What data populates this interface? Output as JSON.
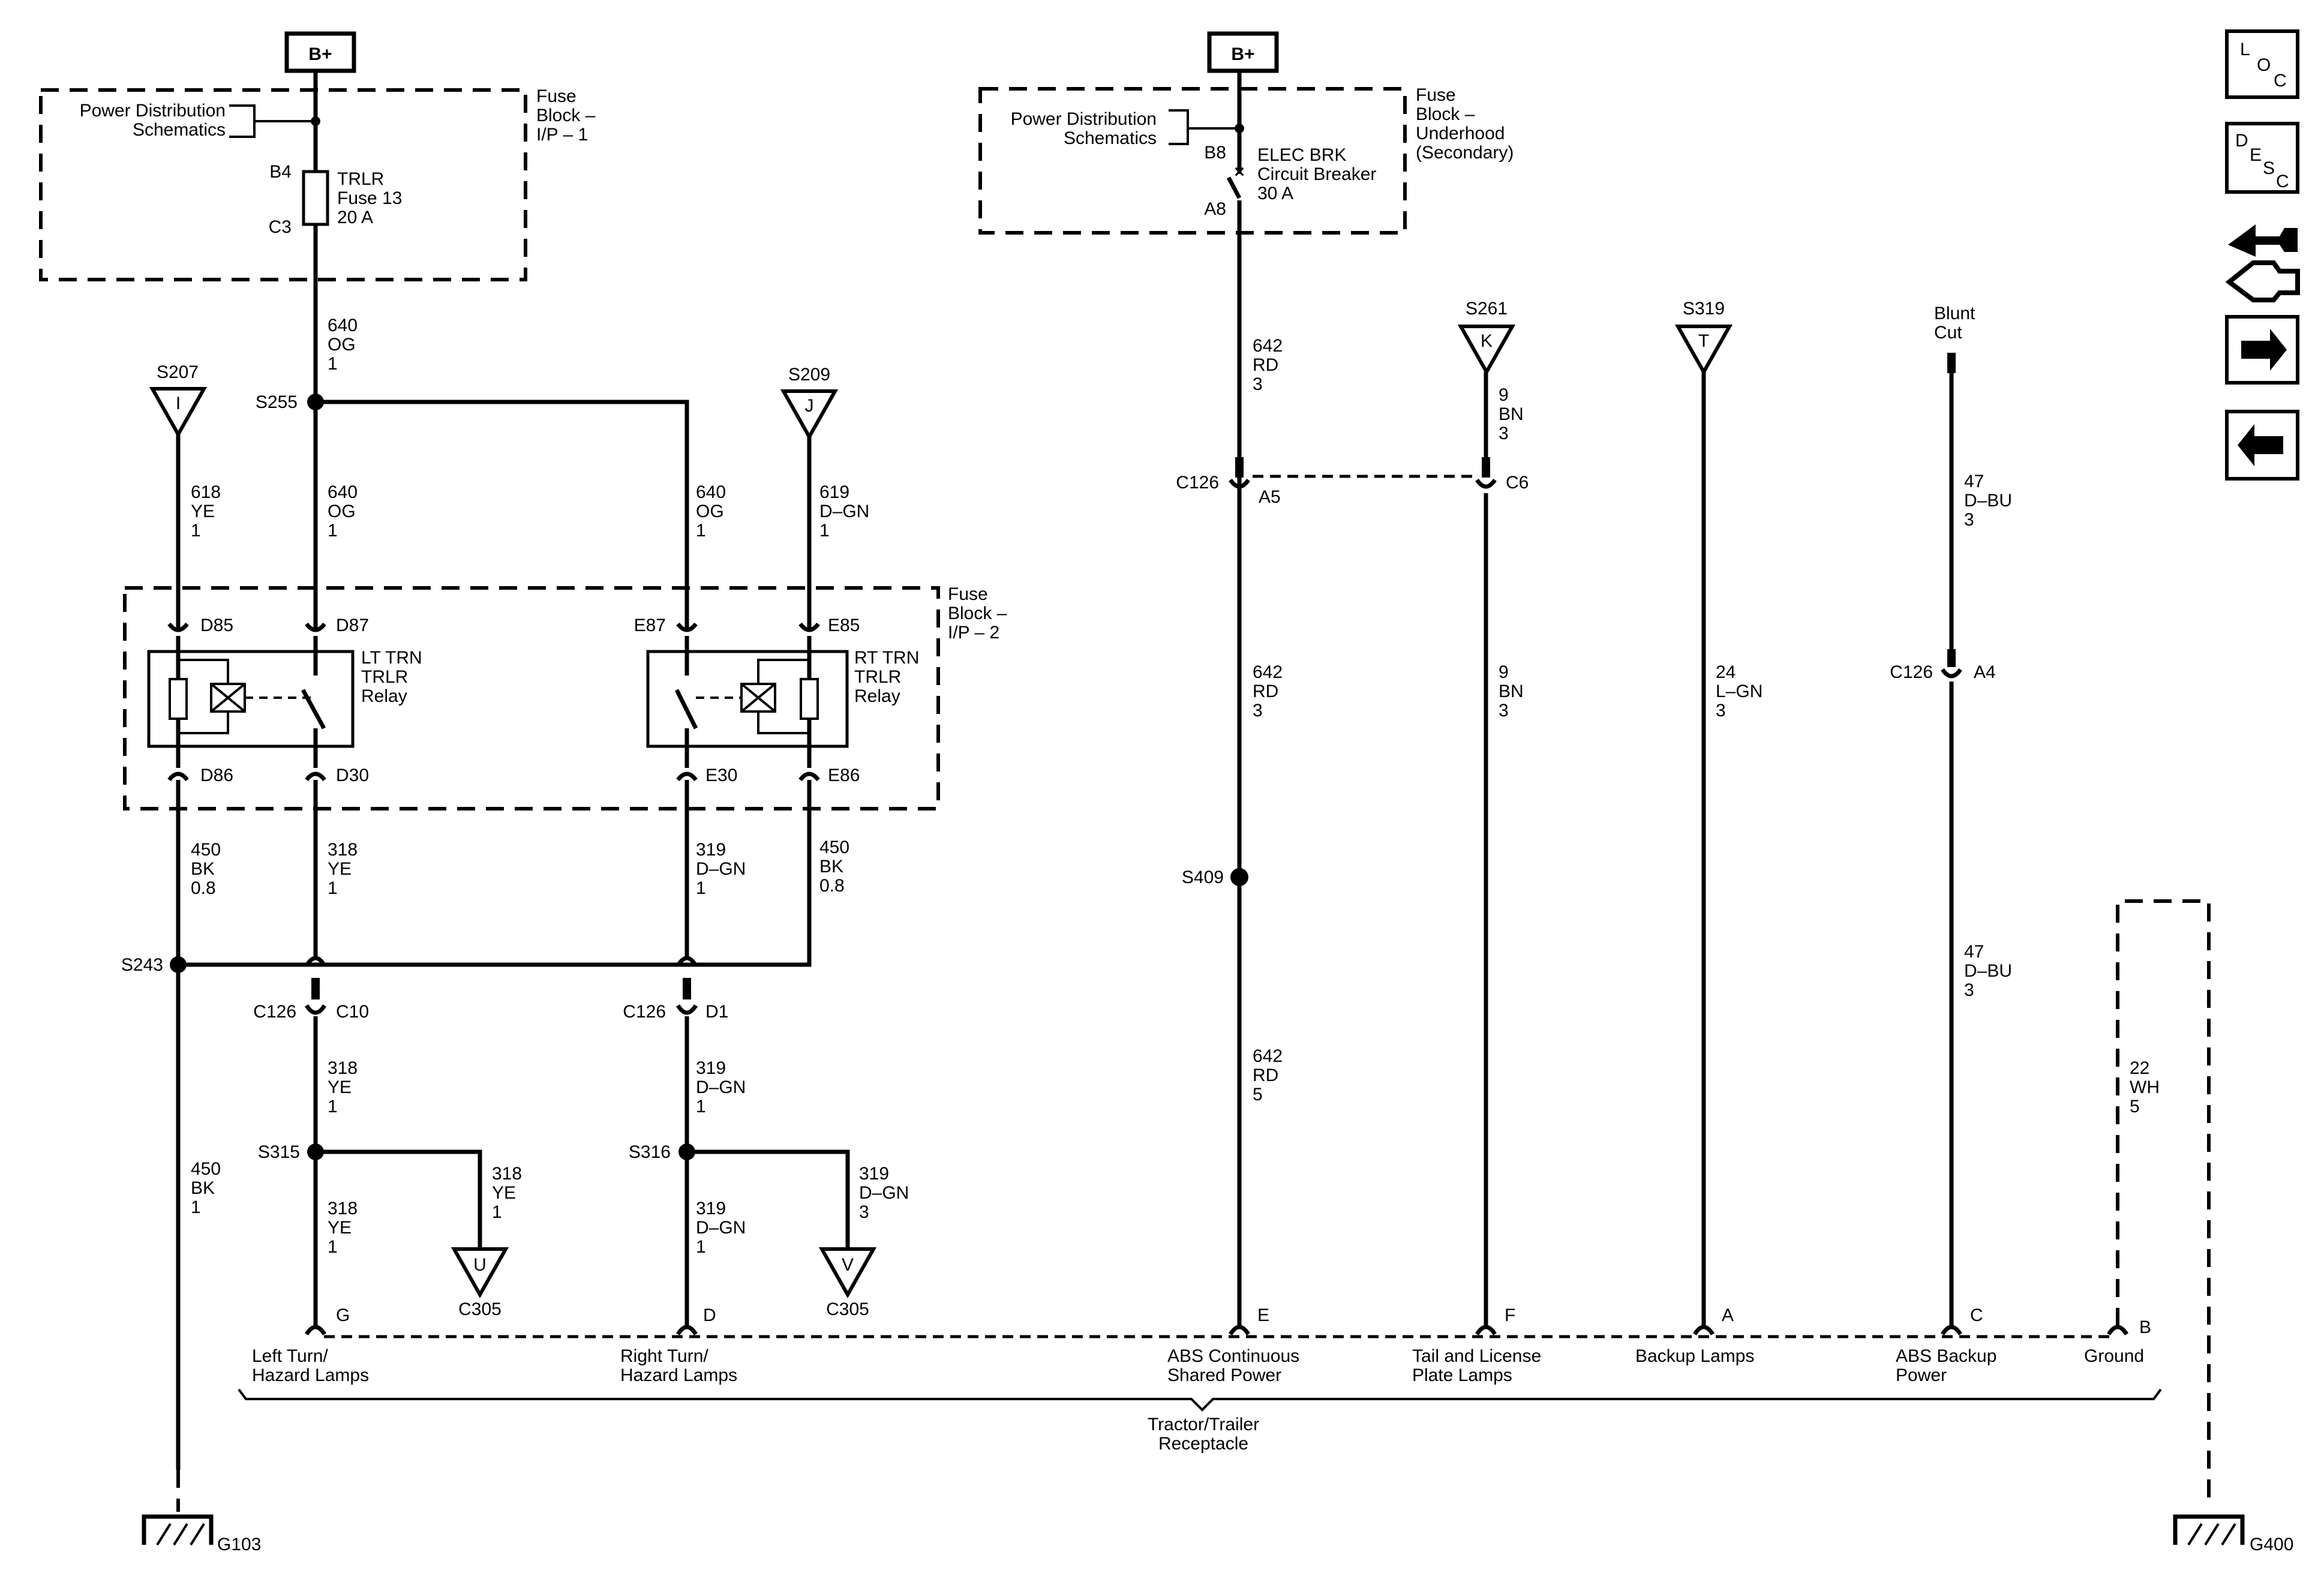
{
  "sources": {
    "left_bplus": "B+",
    "right_bplus": "B+"
  },
  "fuse_block_ip1": {
    "name_l1": "Fuse",
    "name_l2": "Block –",
    "name_l3": "I/P – 1",
    "ref_l1": "Power Distribution",
    "ref_l2": "Schematics",
    "pin_in": "B4",
    "pin_out": "C3",
    "fuse_l1": "TRLR",
    "fuse_l2": "Fuse 13",
    "fuse_l3": "20 A"
  },
  "fuse_block_underhood": {
    "name_l1": "Fuse",
    "name_l2": "Block –",
    "name_l3": "Underhood",
    "name_l4": "(Secondary)",
    "ref_l1": "Power Distribution",
    "ref_l2": "Schematics",
    "pin_in": "B8",
    "pin_out": "A8",
    "cb_l1": "ELEC BRK",
    "cb_l2": "Circuit Breaker",
    "cb_l3": "30 A"
  },
  "fuse_block_ip2": {
    "name_l1": "Fuse",
    "name_l2": "Block –",
    "name_l3": "I/P – 2",
    "pins": {
      "d85": "D85",
      "d87": "D87",
      "d86": "D86",
      "d30": "D30",
      "e87": "E87",
      "e85": "E85",
      "e30": "E30",
      "e86": "E86"
    },
    "lt_relay_l1": "LT TRN",
    "lt_relay_l2": "TRLR",
    "lt_relay_l3": "Relay",
    "rt_relay_l1": "RT TRN",
    "rt_relay_l2": "TRLR",
    "rt_relay_l3": "Relay"
  },
  "splices": {
    "s207": "S207",
    "s255": "S255",
    "s209": "S209",
    "s243": "S243",
    "s315": "S315",
    "s316": "S316",
    "s409": "S409",
    "s261": "S261",
    "s319": "S319",
    "blunt_l1": "Blunt",
    "blunt_l2": "Cut"
  },
  "offpage": {
    "i": "I",
    "j": "J",
    "k": "K",
    "t": "T",
    "u": "U",
    "v": "V"
  },
  "wires": {
    "w640_top": [
      "640",
      "OG",
      "1"
    ],
    "w618": [
      "618",
      "YE",
      "1"
    ],
    "w640_mid": [
      "640",
      "OG",
      "1"
    ],
    "w640_right": [
      "640",
      "OG",
      "1"
    ],
    "w619": [
      "619",
      "D–GN",
      "1"
    ],
    "w450_left": [
      "450",
      "BK",
      "0.8"
    ],
    "w318_a": [
      "318",
      "YE",
      "1"
    ],
    "w319_a": [
      "319",
      "D–GN",
      "1"
    ],
    "w450_right": [
      "450",
      "BK",
      "0.8"
    ],
    "w318_b": [
      "318",
      "YE",
      "1"
    ],
    "w319_b": [
      "319",
      "D–GN",
      "1"
    ],
    "w450_long": [
      "450",
      "BK",
      "1"
    ],
    "w318_branch": [
      "318",
      "YE",
      "1"
    ],
    "w318_c": [
      "318",
      "YE",
      "1"
    ],
    "w319_branch": [
      "319",
      "D–GN",
      "3"
    ],
    "w319_c": [
      "319",
      "D–GN",
      "1"
    ],
    "w642_a": [
      "642",
      "RD",
      "3"
    ],
    "w642_b": [
      "642",
      "RD",
      "3"
    ],
    "w642_c": [
      "642",
      "RD",
      "5"
    ],
    "w9_a": [
      "9",
      "BN",
      "3"
    ],
    "w9_b": [
      "9",
      "BN",
      "3"
    ],
    "w24": [
      "24",
      "L–GN",
      "3"
    ],
    "w47_a": [
      "47",
      "D–BU",
      "3"
    ],
    "w47_b": [
      "47",
      "D–BU",
      "3"
    ],
    "w22": [
      "22",
      "WH",
      "5"
    ]
  },
  "connectors": {
    "c126": "C126",
    "a5": "A5",
    "c6": "C6",
    "a4": "A4",
    "c10": "C10",
    "d1": "D1",
    "c305": "C305"
  },
  "receptacle": {
    "name_l1": "Tractor/Trailer",
    "name_l2": "Receptacle",
    "pins": [
      {
        "pin": "G",
        "label_l1": "Left Turn/",
        "label_l2": "Hazard Lamps"
      },
      {
        "pin": "D",
        "label_l1": "Right Turn/",
        "label_l2": "Hazard Lamps"
      },
      {
        "pin": "E",
        "label_l1": "ABS Continuous",
        "label_l2": "Shared Power"
      },
      {
        "pin": "F",
        "label_l1": "Tail and License",
        "label_l2": "Plate Lamps"
      },
      {
        "pin": "A",
        "label_l1": "Backup Lamps",
        "label_l2": ""
      },
      {
        "pin": "C",
        "label_l1": "ABS Backup",
        "label_l2": "Power"
      },
      {
        "pin": "B",
        "label_l1": "Ground",
        "label_l2": ""
      }
    ]
  },
  "grounds": {
    "g103": "G103",
    "g400": "G400"
  },
  "nav": {
    "loc": [
      "L",
      "O",
      "C"
    ],
    "desc": [
      "D",
      "E",
      "S",
      "C"
    ],
    "icons": [
      "location-icon",
      "description-icon",
      "connector-icon",
      "next-arrow-icon",
      "previous-arrow-icon"
    ]
  }
}
